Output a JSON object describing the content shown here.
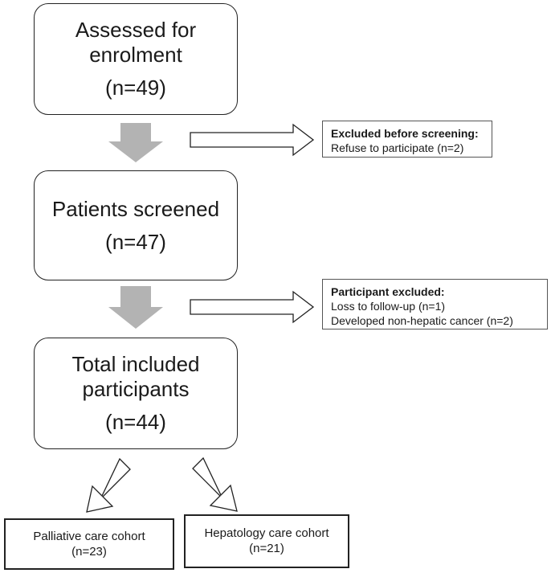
{
  "steps": [
    {
      "lines": [
        "Assessed for",
        "enrolment"
      ],
      "count": "(n=49)"
    },
    {
      "lines": [
        "Patients screened"
      ],
      "count": "(n=47)"
    },
    {
      "lines": [
        "Total included",
        "participants"
      ],
      "count": "(n=44)"
    }
  ],
  "exclusions": [
    {
      "heading": "Excluded before screening:",
      "items": [
        "Refuse to participate (n=2)"
      ]
    },
    {
      "heading": "Participant excluded:",
      "items": [
        "Loss to follow-up (n=1)",
        "Developed non-hepatic cancer (n=2)"
      ]
    }
  ],
  "cohorts": [
    {
      "name": "Palliative care cohort",
      "count": "(n=23)"
    },
    {
      "name": "Hepatology care cohort",
      "count": "(n=21)"
    }
  ],
  "colors": {
    "down_arrow": "#b3b3b3",
    "outline": "#222222"
  }
}
